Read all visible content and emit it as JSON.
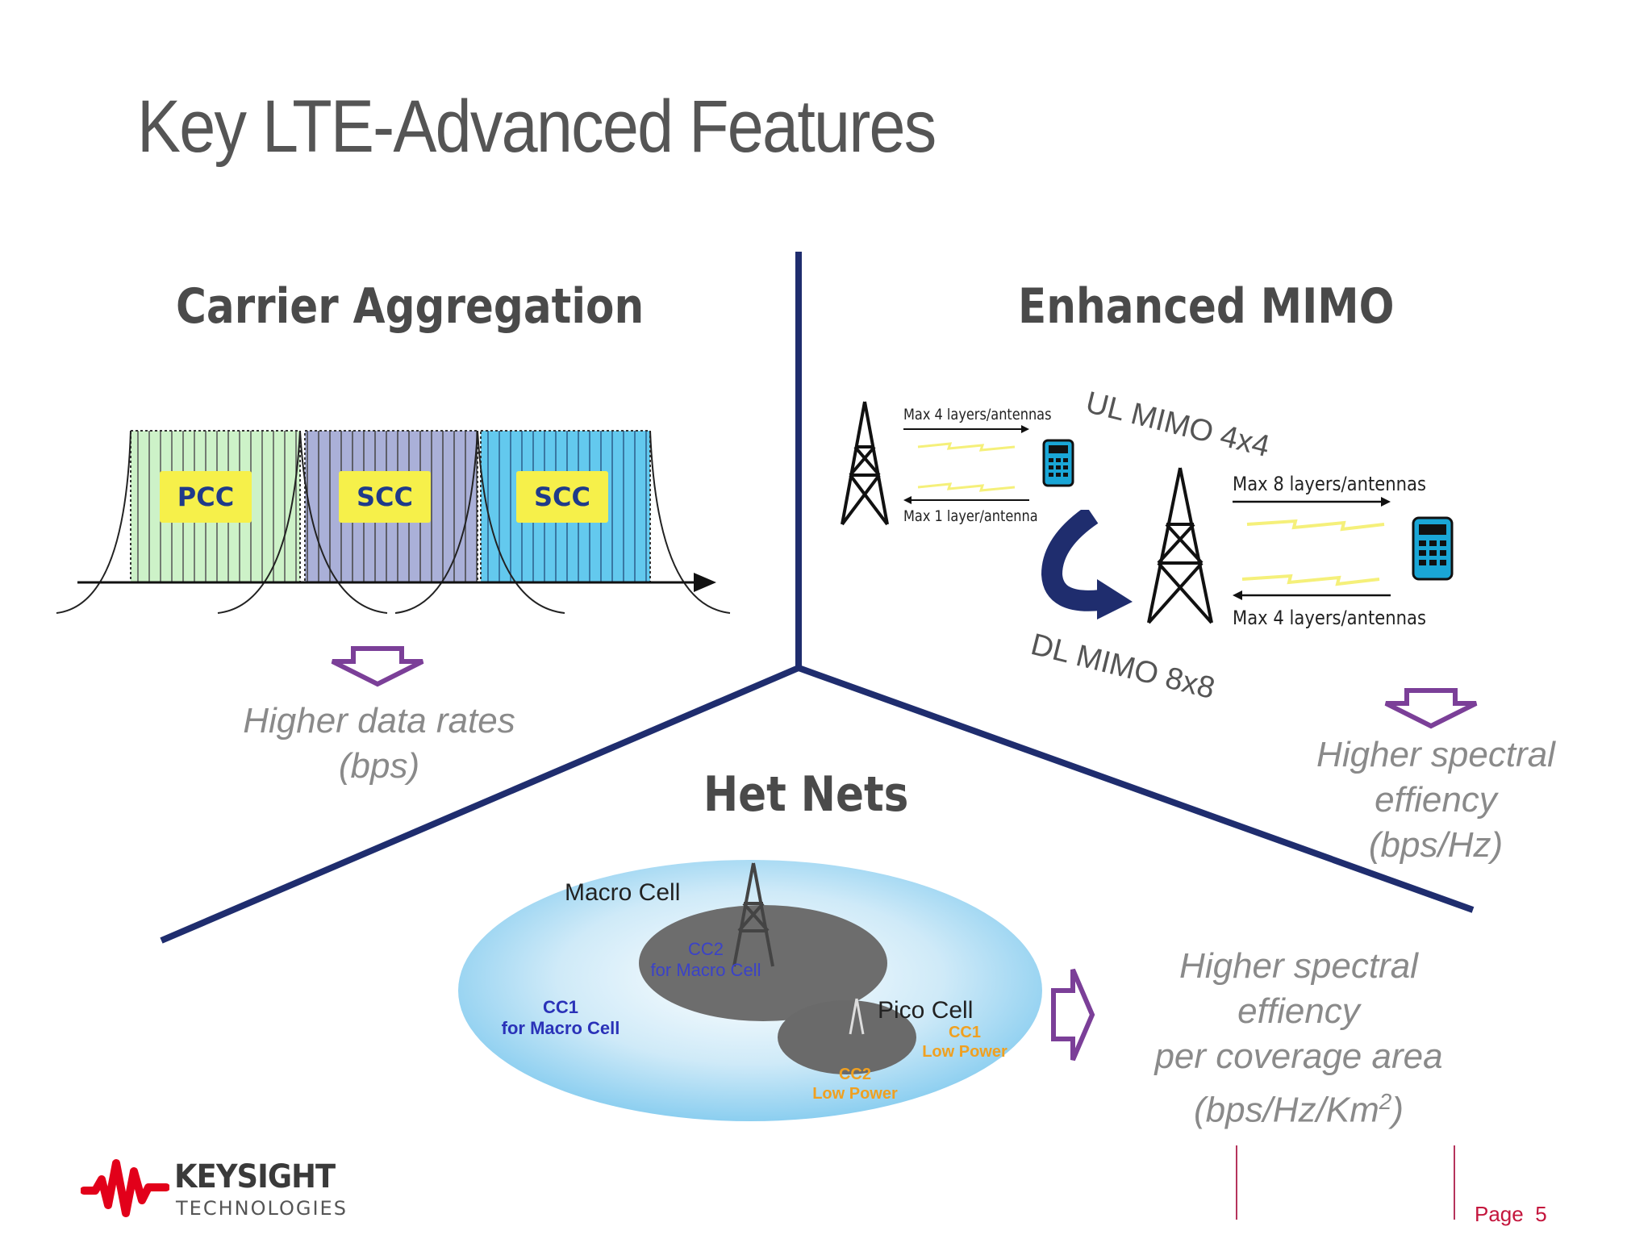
{
  "slide": {
    "title": "Key LTE-Advanced Features"
  },
  "carrier_aggregation": {
    "title": "Carrier Aggregation",
    "carriers": [
      "PCC",
      "SCC",
      "SCC"
    ],
    "benefit_line1": "Higher data rates",
    "benefit_line2": "(bps)"
  },
  "enhanced_mimo": {
    "title": "Enhanced MIMO",
    "ul_label": "UL MIMO 4x4",
    "dl_label": "DL MIMO 8x8",
    "ul_top": "Max 4 layers/antennas",
    "ul_bottom": "Max 1 layer/antenna",
    "dl_top": "Max 8 layers/antennas",
    "dl_bottom": "Max 4 layers/antennas",
    "benefit_line1": "Higher spectral",
    "benefit_line2": "effiency",
    "benefit_line3": "(bps/Hz)"
  },
  "het_nets": {
    "title": "Het Nets",
    "macro_cell": "Macro Cell",
    "pico_cell": "Pico Cell",
    "cc2_macro_line1": "CC2",
    "cc2_macro_line2": "for Macro Cell",
    "cc1_macro_line1": "CC1",
    "cc1_macro_line2": "for Macro Cell",
    "cc1_pico_line1": "CC1",
    "cc1_pico_line2": "Low Power",
    "cc2_pico_line1": "CC2",
    "cc2_pico_line2": "Low Power",
    "benefit_line1": "Higher spectral",
    "benefit_line2": "effiency",
    "benefit_line3": "per coverage area",
    "benefit_line4_prefix": "(bps/Hz/Km",
    "benefit_line4_sup": "2",
    "benefit_line4_suffix": ")"
  },
  "footer": {
    "brand": "KEYSIGHT",
    "brand_sub": "TECHNOLOGIES",
    "page_label": "Page",
    "page_number": "5"
  },
  "colors": {
    "divider": "#1f2d6e",
    "arrow": "#7b3f98",
    "keysight_red": "#e2001a",
    "cc_blue": "#2a32b8",
    "cc_orange": "#f0a020"
  }
}
